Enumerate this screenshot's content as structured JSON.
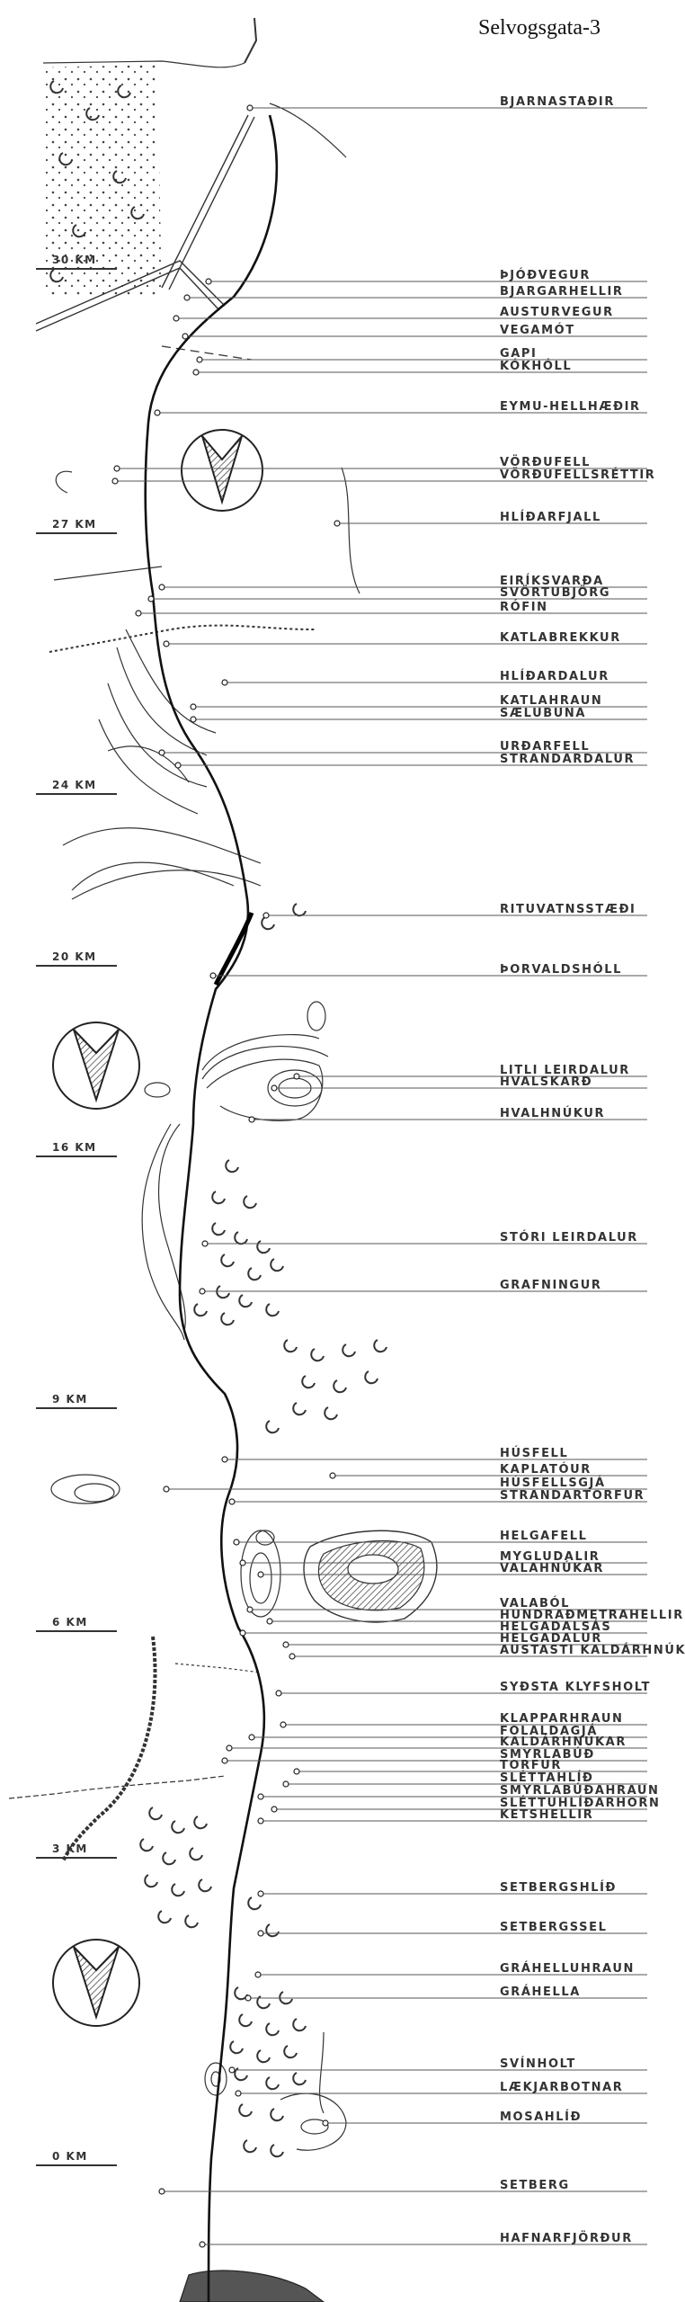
{
  "title": "Selvogsgata-3",
  "colors": {
    "ink": "#222222",
    "label": "#333333",
    "background": "#ffffff"
  },
  "km_markers": [
    "30 KM",
    "27 KM",
    "24 KM",
    "20 KM",
    "16 KM",
    "9 KM",
    "6 KM",
    "3 KM",
    "0 KM"
  ],
  "places": [
    "BJARNASTAÐIR",
    "ÞJÓÐVEGUR",
    "BJARGARHELLIR",
    "AUSTURVEGUR",
    "VEGAMÓT",
    "GAPI",
    "KÓKHÓLL",
    "EYMU-HELLHÆÐIR",
    "VÖRÐUFELL",
    "VÖRÐUFELLSRÉTTIR",
    "HLÍÐARFJALL",
    "EIRÍKSVARÐA",
    "SVÖRTUBJÖRG",
    "RÓFIN",
    "KATLABREKKUR",
    "HLÍÐARDALUR",
    "KATLAHRAUN",
    "SÆLUBUNA",
    "URÐARFELL",
    "STRANDARDALUR",
    "RITUVATNSSTÆÐI",
    "ÞORVALDSHÓLL",
    "LITLI LEIRDALUR",
    "HVALSKARÐ",
    "HVALHNÚKUR",
    "STÓRI LEIRDALUR",
    "GRAFNINGUR",
    "HÚSFELL",
    "KAPLATÓUR",
    "HÚSFELLSGJÁ",
    "STRANDARTORFUR",
    "HELGAFELL",
    "MYGLUDALIR",
    "VALAHNÚKAR",
    "VALABÓL",
    "HUNDRAÐMETRAHELLIR",
    "HELGADALSÁS",
    "HELGADALUR",
    "AUSTASTI KALDÁRHNÚKUR",
    "SYÐSTA KLYFSHOLT",
    "KLAPPARHRAUN",
    "FOLALDAGJÁ",
    "KALDÁRHNÚKAR",
    "SMYRLABÚÐ",
    "TORFUR",
    "SLÉTTAHLÍÐ",
    "SMYRLABÚÐAHRAUN",
    "SLÉTTUHLÍÐARHORN",
    "KETSHELLIR",
    "SETBERGSHLÍÐ",
    "SETBERGSSEL",
    "GRÁHELLUHRAUN",
    "GRÁHELLA",
    "SVÍNHOLT",
    "LÆKJARBOTNAR",
    "MOSAHLÍÐ",
    "SETBERG",
    "HAFNARFJÖRÐUR"
  ]
}
